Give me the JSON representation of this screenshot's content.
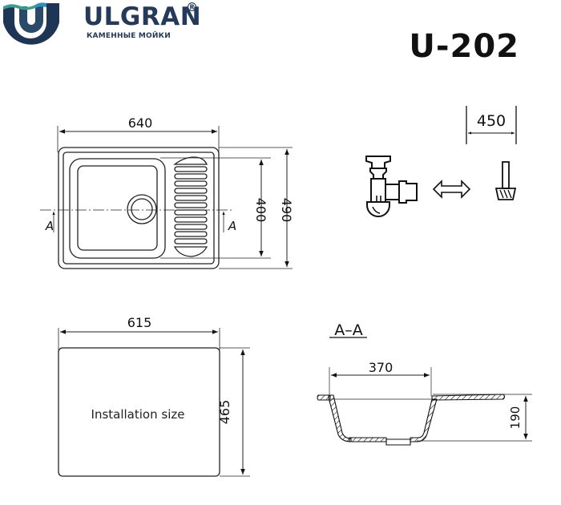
{
  "header": {
    "brand": "ULGRAN",
    "registered_mark": "®",
    "tagline": "КАМЕННЫЕ МОЙКИ",
    "model": "U-202",
    "brand_color": "#243a5b",
    "logo_accent_colors": [
      "#2e8fa8",
      "#3a9f8a",
      "#1d3352"
    ]
  },
  "top_view": {
    "width_label": "640",
    "inner_height_label": "400",
    "outer_height_label": "490",
    "section_marker_left": "A",
    "section_marker_right": "A"
  },
  "siphon_spec": {
    "distance_label": "450",
    "icons": [
      "siphon-icon",
      "double-arrow-icon",
      "wall-outlet-icon"
    ]
  },
  "installation": {
    "width_label": "615",
    "height_label": "465",
    "caption": "Installation size"
  },
  "section_view": {
    "title": "A–A",
    "bowl_width_label": "370",
    "depth_label": "190"
  }
}
